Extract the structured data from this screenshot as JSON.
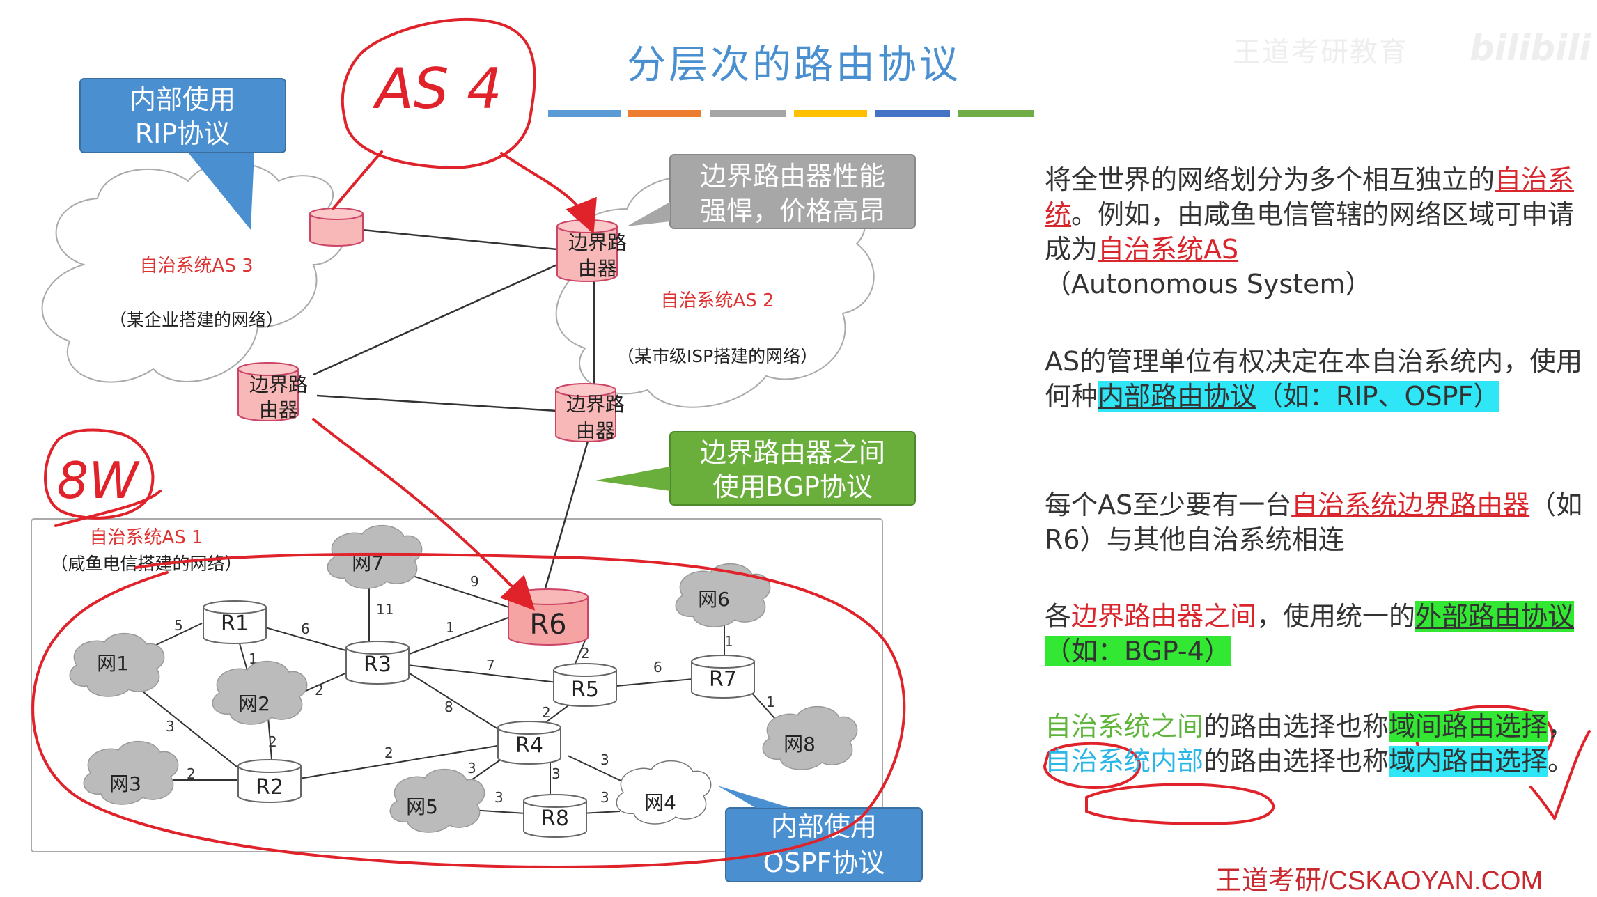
{
  "title": "分层次的路由协议",
  "accent_bar_colors": [
    "#5a9bd5",
    "#ed7d31",
    "#a5a5a5",
    "#ffc000",
    "#4472c4",
    "#70ad47"
  ],
  "watermark": "王道考研教育",
  "bilibili": "bilibili",
  "callouts": {
    "rip_line1": "内部使用",
    "rip_line2": "RIP协议",
    "border_line1": "边界路由器性能",
    "border_line2": "强悍，价格高昂",
    "bgp_line1": "边界路由器之间",
    "bgp_line2": "使用BGP协议",
    "ospf_line1": "内部使用",
    "ospf_line2": "OSPF协议"
  },
  "handwriting": {
    "as4": "AS 4",
    "eight_w": "8W"
  },
  "as3": {
    "name": "自治系统AS 3",
    "desc": "（某企业搭建的网络）"
  },
  "as2": {
    "name": "自治系统AS 2",
    "desc": "（某市级ISP搭建的网络）"
  },
  "as1": {
    "name": "自治系统AS 1",
    "desc": "（咸鱼电信搭建的网络）"
  },
  "border_router_label": "边界路由器",
  "routers": [
    "R1",
    "R2",
    "R3",
    "R4",
    "R5",
    "R6",
    "R7",
    "R8"
  ],
  "nets": [
    "网1",
    "网2",
    "网3",
    "网4",
    "网5",
    "网6",
    "网7",
    "网8"
  ],
  "link_costs": [
    "5",
    "6",
    "1",
    "3",
    "2",
    "2",
    "2",
    "2",
    "11",
    "9",
    "1",
    "7",
    "8",
    "2",
    "6",
    "1",
    "1",
    "3",
    "3",
    "3",
    "3",
    "3",
    "2"
  ],
  "paragraphs": {
    "p1": {
      "a": "将全世界的网络划分为多个相互独立的",
      "b": "自治系统",
      "c": "。例如，由咸鱼电信管辖的网络区域可申请成为",
      "d": "自治系统AS",
      "e": "（Autonomous System）"
    },
    "p2": {
      "a": "AS的管理单位有权决定在本自治系统内，使用何种",
      "b": "内部路由协议",
      "c": "（如：RIP、OSPF）"
    },
    "p3": {
      "a": "每个AS至少要有一台",
      "b": "自治系统边界路由器",
      "c": "（如 R6）与其他自治系统相连"
    },
    "p4": {
      "a": "各",
      "b": "边界路由器之间",
      "c": "，使用统一的",
      "d": "外部路由协议",
      "e": "（如：BGP-4）"
    },
    "p5": {
      "a": "自治系统之间",
      "b": "的路由选择也称",
      "c": "域间路由选择",
      "d": "，",
      "e": "自治系统内部",
      "f": "的路由选择也称",
      "g": "域内路由选择",
      "h": "。"
    }
  },
  "footer": "王道考研/CSKAOYAN.COM"
}
